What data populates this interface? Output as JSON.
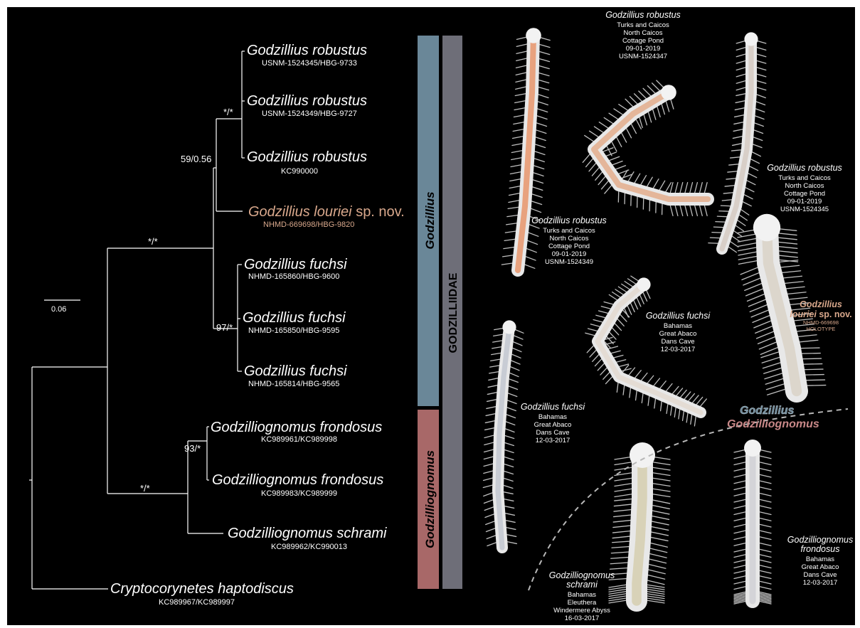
{
  "scale_bar": {
    "label": "0.06"
  },
  "tips": [
    {
      "genus": "Godzillius",
      "species": "robustus",
      "suffix": "",
      "accession": "USNM-1524345/HBG-9733",
      "color": "#ffffff"
    },
    {
      "genus": "Godzillius",
      "species": "robustus",
      "suffix": "",
      "accession": "USNM-1524349/HBG-9727",
      "color": "#ffffff"
    },
    {
      "genus": "Godzillius",
      "species": "robustus",
      "suffix": "",
      "accession": "KC990000",
      "color": "#ffffff"
    },
    {
      "genus": "Godzillius",
      "species": "louriei",
      "suffix": "sp. nov.",
      "accession": "NHMD-669698/HBG-9820",
      "color": "#d9a88c"
    },
    {
      "genus": "Godzillius",
      "species": "fuchsi",
      "suffix": "",
      "accession": "NHMD-165860/HBG-9600",
      "color": "#ffffff"
    },
    {
      "genus": "Godzillius",
      "species": "fuchsi",
      "suffix": "",
      "accession": "NHMD-165850/HBG-9595",
      "color": "#ffffff"
    },
    {
      "genus": "Godzillius",
      "species": "fuchsi",
      "suffix": "",
      "accession": "NHMD-165814/HBG-9565",
      "color": "#ffffff"
    },
    {
      "genus": "Godzilliognomus",
      "species": "frondosus",
      "suffix": "",
      "accession": "KC989961/KC989998",
      "color": "#ffffff"
    },
    {
      "genus": "Godzilliognomus",
      "species": "frondosus",
      "suffix": "",
      "accession": "KC989983/KC989999",
      "color": "#ffffff"
    },
    {
      "genus": "Godzilliognomus",
      "species": "schrami",
      "suffix": "",
      "accession": "KC989962/KC990013",
      "color": "#ffffff"
    },
    {
      "genus": "Cryptocorynetes",
      "species": "haptodiscus",
      "suffix": "",
      "accession": "KC989967/KC989997",
      "color": "#ffffff"
    }
  ],
  "support_values": [
    "*/*",
    "59/0.56",
    "*/*",
    "97/*",
    "93/*",
    "*/*"
  ],
  "clade_bars": [
    {
      "label": "Godzillius",
      "color": "#6a8798"
    },
    {
      "label": "Godzilliognomus",
      "color": "#a86868"
    },
    {
      "label": "GODZILLIIDAE",
      "color": "#6e6e78"
    }
  ],
  "photo_divider": {
    "upper_label": "Godzillius",
    "lower_label": "Godzilliognomus",
    "upper_color": "#6a8798",
    "lower_color": "#c88888"
  },
  "specimen_photos": [
    {
      "name": "Godzillius robustus",
      "lines": [
        "Turks and Caicos",
        "North Caicos",
        "Cottage Pond",
        "09-01-2019",
        "USNM-1524349"
      ],
      "body_color": "#e8a27e"
    },
    {
      "name": "Godzillius robustus",
      "lines": [
        "Turks and Caicos",
        "North Caicos",
        "Cottage Pond",
        "09-01-2019",
        "USNM-1524347"
      ],
      "body_color": "#e4b69a"
    },
    {
      "name": "Godzillius robustus",
      "lines": [
        "Turks and Caicos",
        "North Caicos",
        "Cottage Pond",
        "09-01-2019",
        "USNM-1524345"
      ],
      "body_color": "#d8cfc8"
    },
    {
      "name": "Godzillius louriei sp. nov.",
      "lines": [
        "NHMD-669698",
        "HOLOTYPE"
      ],
      "body_color": "#dcd6cc"
    },
    {
      "name": "Godzillius fuchsi",
      "lines": [
        "Bahamas",
        "Great Abaco",
        "Dans Cave",
        "12-03-2017"
      ],
      "body_color": "#e4dcd4"
    },
    {
      "name": "Godzillius fuchsi",
      "lines": [
        "Bahamas",
        "Great Abaco",
        "Dans Cave",
        "12-03-2017"
      ],
      "body_color": "#c8ccd4"
    },
    {
      "name": "Godzilliognomus schrami",
      "lines": [
        "Bahamas",
        "Eleuthera",
        "Windermere Abyss",
        "16-03-2017"
      ],
      "body_color": "#d8d2b8"
    },
    {
      "name": "Godzilliognomus frondosus",
      "lines": [
        "Bahamas",
        "Great Abaco",
        "Dans Cave",
        "12-03-2017"
      ],
      "body_color": "#d4d4d8"
    }
  ]
}
